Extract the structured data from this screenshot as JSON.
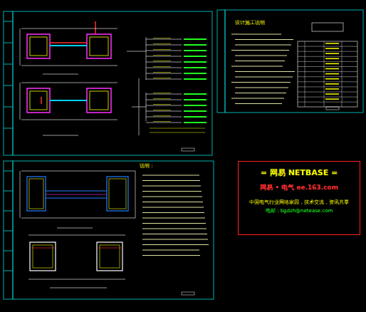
{
  "diagram": {
    "nodes": [
      {
        "text": [
          "= 网易 NETBASE =",
          "网易 • 电气    ee.163.com",
          "中国电气行业网络家园，技术交流，资讯共享",
          "电邮：bgdzh@netease.com"
        ]
      }
    ],
    "labels": [
      "说明：",
      "设计施工说明"
    ]
  }
}
